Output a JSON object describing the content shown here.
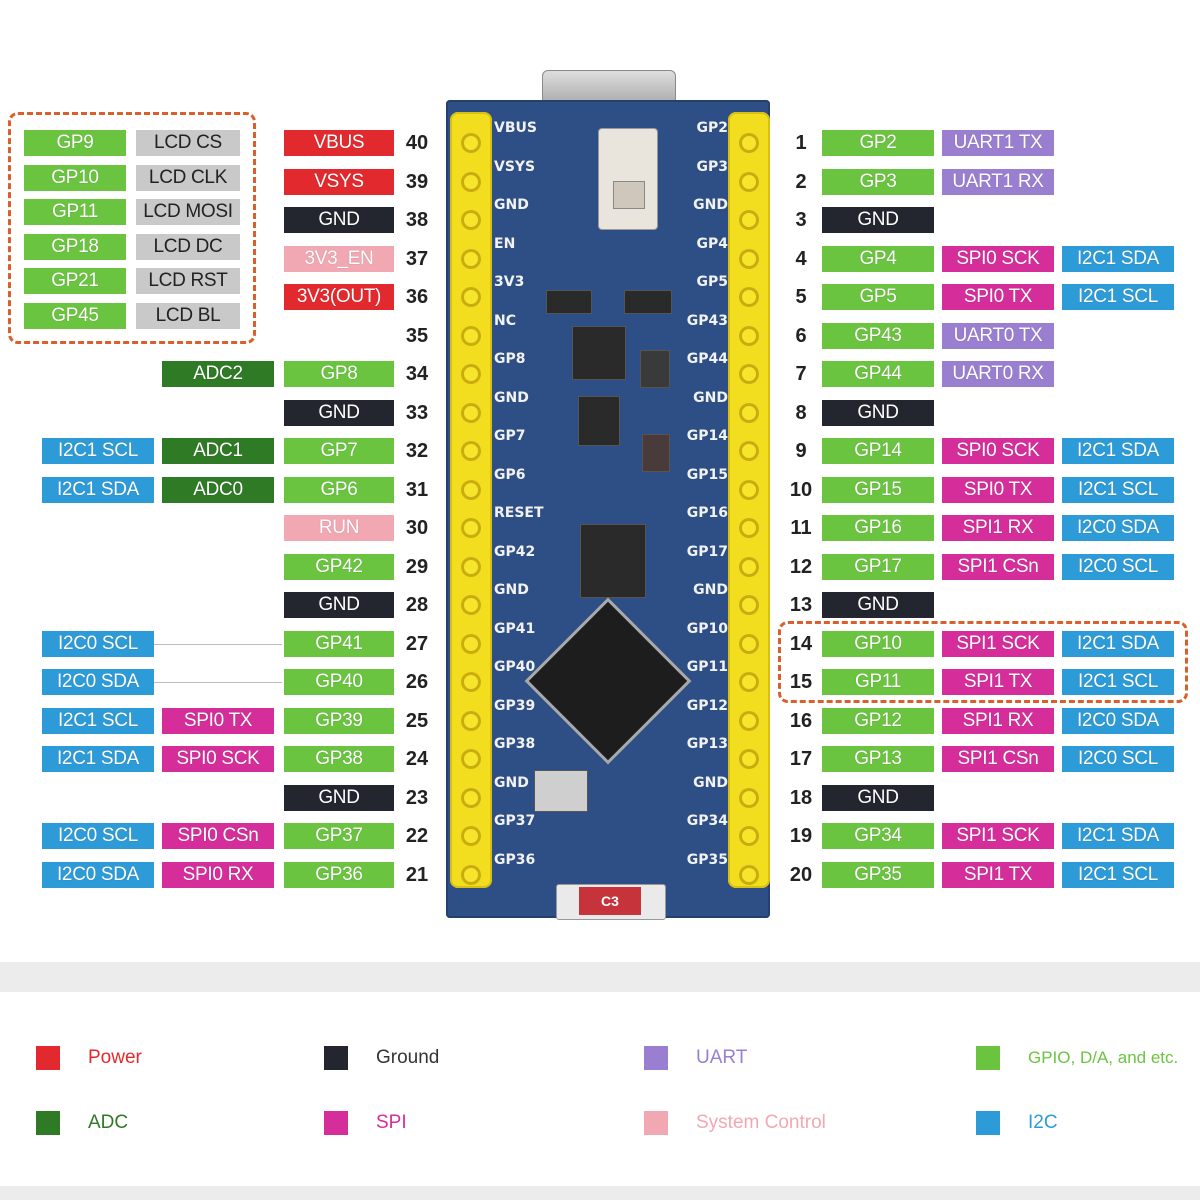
{
  "colors": {
    "power": "#e22a2e",
    "ground": "#23262f",
    "uart": "#9a7fd1",
    "gpio": "#6bc440",
    "adc": "#2f7a25",
    "spi": "#d52e9a",
    "system": "#f2a8b2",
    "i2c": "#2d9bd8",
    "lcd": "#c9c9c9"
  },
  "lcd_box": [
    {
      "gpio": "GP9",
      "func": "LCD CS"
    },
    {
      "gpio": "GP10",
      "func": "LCD CLK"
    },
    {
      "gpio": "GP11",
      "func": "LCD MOSI"
    },
    {
      "gpio": "GP18",
      "func": "LCD DC"
    },
    {
      "gpio": "GP21",
      "func": "LCD RST"
    },
    {
      "gpio": "GP45",
      "func": "LCD BL"
    }
  ],
  "left_pins": [
    {
      "num": "40",
      "labels": [
        {
          "text": "VBUS",
          "type": "power"
        }
      ]
    },
    {
      "num": "39",
      "labels": [
        {
          "text": "VSYS",
          "type": "power"
        }
      ]
    },
    {
      "num": "38",
      "labels": [
        {
          "text": "GND",
          "type": "ground"
        }
      ]
    },
    {
      "num": "37",
      "labels": [
        {
          "text": "3V3_EN",
          "type": "system"
        }
      ]
    },
    {
      "num": "36",
      "labels": [
        {
          "text": "3V3(OUT)",
          "type": "power"
        }
      ]
    },
    {
      "num": "35",
      "labels": []
    },
    {
      "num": "34",
      "labels": [
        {
          "text": "GP8",
          "type": "gpio"
        },
        {
          "text": "ADC2",
          "type": "adc"
        }
      ]
    },
    {
      "num": "33",
      "labels": [
        {
          "text": "GND",
          "type": "ground"
        }
      ]
    },
    {
      "num": "32",
      "labels": [
        {
          "text": "GP7",
          "type": "gpio"
        },
        {
          "text": "ADC1",
          "type": "adc"
        },
        {
          "text": "I2C1 SCL",
          "type": "i2c"
        }
      ]
    },
    {
      "num": "31",
      "labels": [
        {
          "text": "GP6",
          "type": "gpio"
        },
        {
          "text": "ADC0",
          "type": "adc"
        },
        {
          "text": "I2C1 SDA",
          "type": "i2c"
        }
      ]
    },
    {
      "num": "30",
      "labels": [
        {
          "text": "RUN",
          "type": "system"
        }
      ]
    },
    {
      "num": "29",
      "labels": [
        {
          "text": "GP42",
          "type": "gpio"
        }
      ]
    },
    {
      "num": "28",
      "labels": [
        {
          "text": "GND",
          "type": "ground"
        }
      ]
    },
    {
      "num": "27",
      "labels": [
        {
          "text": "GP41",
          "type": "gpio"
        },
        {
          "text": "",
          "type": "line"
        },
        {
          "text": "I2C0 SCL",
          "type": "i2c"
        }
      ]
    },
    {
      "num": "26",
      "labels": [
        {
          "text": "GP40",
          "type": "gpio"
        },
        {
          "text": "",
          "type": "line"
        },
        {
          "text": "I2C0 SDA",
          "type": "i2c"
        }
      ]
    },
    {
      "num": "25",
      "labels": [
        {
          "text": "GP39",
          "type": "gpio"
        },
        {
          "text": "SPI0 TX",
          "type": "spi"
        },
        {
          "text": "I2C1 SCL",
          "type": "i2c"
        }
      ]
    },
    {
      "num": "24",
      "labels": [
        {
          "text": "GP38",
          "type": "gpio"
        },
        {
          "text": "SPI0 SCK",
          "type": "spi"
        },
        {
          "text": "I2C1 SDA",
          "type": "i2c"
        }
      ]
    },
    {
      "num": "23",
      "labels": [
        {
          "text": "GND",
          "type": "ground"
        }
      ]
    },
    {
      "num": "22",
      "labels": [
        {
          "text": "GP37",
          "type": "gpio"
        },
        {
          "text": "SPI0 CSn",
          "type": "spi"
        },
        {
          "text": "I2C0 SCL",
          "type": "i2c"
        }
      ]
    },
    {
      "num": "21",
      "labels": [
        {
          "text": "GP36",
          "type": "gpio"
        },
        {
          "text": "SPI0 RX",
          "type": "spi"
        },
        {
          "text": "I2C0 SDA",
          "type": "i2c"
        }
      ]
    }
  ],
  "right_pins": [
    {
      "num": "1",
      "labels": [
        {
          "text": "GP2",
          "type": "gpio"
        },
        {
          "text": "UART1 TX",
          "type": "uart"
        }
      ]
    },
    {
      "num": "2",
      "labels": [
        {
          "text": "GP3",
          "type": "gpio"
        },
        {
          "text": "UART1 RX",
          "type": "uart"
        }
      ]
    },
    {
      "num": "3",
      "labels": [
        {
          "text": "GND",
          "type": "ground"
        }
      ]
    },
    {
      "num": "4",
      "labels": [
        {
          "text": "GP4",
          "type": "gpio"
        },
        {
          "text": "SPI0 SCK",
          "type": "spi"
        },
        {
          "text": "I2C1 SDA",
          "type": "i2c"
        }
      ]
    },
    {
      "num": "5",
      "labels": [
        {
          "text": "GP5",
          "type": "gpio"
        },
        {
          "text": "SPI0 TX",
          "type": "spi"
        },
        {
          "text": "I2C1 SCL",
          "type": "i2c"
        }
      ]
    },
    {
      "num": "6",
      "labels": [
        {
          "text": "GP43",
          "type": "gpio"
        },
        {
          "text": "UART0 TX",
          "type": "uart"
        }
      ]
    },
    {
      "num": "7",
      "labels": [
        {
          "text": "GP44",
          "type": "gpio"
        },
        {
          "text": "UART0 RX",
          "type": "uart"
        }
      ]
    },
    {
      "num": "8",
      "labels": [
        {
          "text": "GND",
          "type": "ground"
        }
      ]
    },
    {
      "num": "9",
      "labels": [
        {
          "text": "GP14",
          "type": "gpio"
        },
        {
          "text": "SPI0 SCK",
          "type": "spi"
        },
        {
          "text": "I2C1 SDA",
          "type": "i2c"
        }
      ]
    },
    {
      "num": "10",
      "labels": [
        {
          "text": "GP15",
          "type": "gpio"
        },
        {
          "text": "SPI0 TX",
          "type": "spi"
        },
        {
          "text": "I2C1 SCL",
          "type": "i2c"
        }
      ]
    },
    {
      "num": "11",
      "labels": [
        {
          "text": "GP16",
          "type": "gpio"
        },
        {
          "text": "SPI1 RX",
          "type": "spi"
        },
        {
          "text": "I2C0 SDA",
          "type": "i2c"
        }
      ]
    },
    {
      "num": "12",
      "labels": [
        {
          "text": "GP17",
          "type": "gpio"
        },
        {
          "text": "SPI1 CSn",
          "type": "spi"
        },
        {
          "text": "I2C0 SCL",
          "type": "i2c"
        }
      ]
    },
    {
      "num": "13",
      "labels": [
        {
          "text": "GND",
          "type": "ground"
        }
      ]
    },
    {
      "num": "14",
      "labels": [
        {
          "text": "GP10",
          "type": "gpio"
        },
        {
          "text": "SPI1 SCK",
          "type": "spi"
        },
        {
          "text": "I2C1 SDA",
          "type": "i2c"
        }
      ]
    },
    {
      "num": "15",
      "labels": [
        {
          "text": "GP11",
          "type": "gpio"
        },
        {
          "text": "SPI1 TX",
          "type": "spi"
        },
        {
          "text": "I2C1 SCL",
          "type": "i2c"
        }
      ]
    },
    {
      "num": "16",
      "labels": [
        {
          "text": "GP12",
          "type": "gpio"
        },
        {
          "text": "SPI1 RX",
          "type": "spi"
        },
        {
          "text": "I2C0 SDA",
          "type": "i2c"
        }
      ]
    },
    {
      "num": "17",
      "labels": [
        {
          "text": "GP13",
          "type": "gpio"
        },
        {
          "text": "SPI1 CSn",
          "type": "spi"
        },
        {
          "text": "I2C0 SCL",
          "type": "i2c"
        }
      ]
    },
    {
      "num": "18",
      "labels": [
        {
          "text": "GND",
          "type": "ground"
        }
      ]
    },
    {
      "num": "19",
      "labels": [
        {
          "text": "GP34",
          "type": "gpio"
        },
        {
          "text": "SPI1 SCK",
          "type": "spi"
        },
        {
          "text": "I2C1 SDA",
          "type": "i2c"
        }
      ]
    },
    {
      "num": "20",
      "labels": [
        {
          "text": "GP35",
          "type": "gpio"
        },
        {
          "text": "SPI1 TX",
          "type": "spi"
        },
        {
          "text": "I2C1 SCL",
          "type": "i2c"
        }
      ]
    }
  ],
  "board_silk_left": [
    "VBUS",
    "VSYS",
    "GND",
    "EN",
    "3V3",
    "NC",
    "GP8",
    "GND",
    "GP7",
    "GP6",
    "RESET",
    "GP42",
    "GND",
    "GP41",
    "GP40",
    "GP39",
    "GP38",
    "GND",
    "GP37",
    "GP36"
  ],
  "board_silk_right": [
    "GP2",
    "GP3",
    "GND",
    "GP4",
    "GP5",
    "GP43",
    "GP44",
    "GND",
    "GP14",
    "GP15",
    "GP16",
    "GP17",
    "GND",
    "GP10",
    "GP11",
    "GP12",
    "GP13",
    "GND",
    "GP34",
    "GP35"
  ],
  "board_fuse_label": "C3",
  "legend": [
    {
      "label": "Power",
      "type": "power"
    },
    {
      "label": "Ground",
      "type": "ground"
    },
    {
      "label": "UART",
      "type": "uart"
    },
    {
      "label": "GPIO, D/A, and etc.",
      "type": "gpio"
    },
    {
      "label": "ADC",
      "type": "adc"
    },
    {
      "label": "SPI",
      "type": "spi"
    },
    {
      "label": "System Control",
      "type": "system"
    },
    {
      "label": "I2C",
      "type": "i2c"
    }
  ]
}
